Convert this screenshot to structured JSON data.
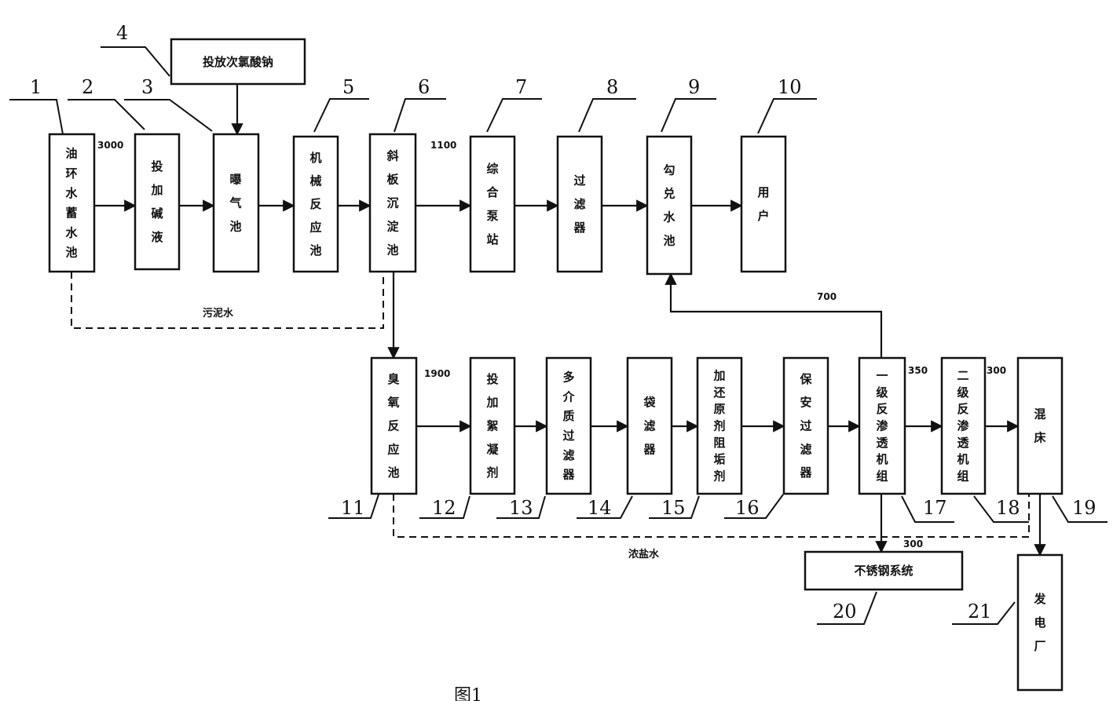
{
  "figure_label": "图1",
  "boxes": [
    {
      "id": "b1",
      "number": "1",
      "label": "油环水蓄水池"
    },
    {
      "id": "b2",
      "number": "2",
      "label": "投加碱液"
    },
    {
      "id": "b3",
      "number": "3",
      "label": "曝气池"
    },
    {
      "id": "b4",
      "number": "4",
      "label": "投放次氯酸钠"
    },
    {
      "id": "b5",
      "number": "5",
      "label": "机械反应池"
    },
    {
      "id": "b6",
      "number": "6",
      "label": "斜板沉淀池"
    },
    {
      "id": "b7",
      "number": "7",
      "label": "综合泵站"
    },
    {
      "id": "b8",
      "number": "8",
      "label": "过滤器"
    },
    {
      "id": "b9",
      "number": "9",
      "label": "勾兑水池"
    },
    {
      "id": "b10",
      "number": "10",
      "label": "用户"
    },
    {
      "id": "b11",
      "number": "11",
      "label": "臭氧反应池"
    },
    {
      "id": "b12",
      "number": "12",
      "label": "投加絮凝剂"
    },
    {
      "id": "b13",
      "number": "13",
      "label": "多介质过滤器"
    },
    {
      "id": "b14",
      "number": "14",
      "label": "袋滤器"
    },
    {
      "id": "b15",
      "number": "15",
      "label": "加还原剂阻垢剂"
    },
    {
      "id": "b16",
      "number": "16",
      "label": "保安过滤器"
    },
    {
      "id": "b17",
      "number": "17",
      "label": "一级反渗透机组"
    },
    {
      "id": "b18",
      "number": "18",
      "label": "二级反渗透机组"
    },
    {
      "id": "b19",
      "number": "19",
      "label": "混床"
    },
    {
      "id": "b20",
      "number": "20",
      "label": "不锈钢系统"
    },
    {
      "id": "b21",
      "number": "21",
      "label": "发电厂"
    }
  ],
  "flow_values": {
    "v3000": "3000",
    "v1100": "1100",
    "v1900": "1900",
    "v700": "700",
    "v350": "350",
    "v300a": "300",
    "v300b": "300"
  },
  "notes": {
    "sludge": "污泥水",
    "drain": "浓盐水"
  }
}
